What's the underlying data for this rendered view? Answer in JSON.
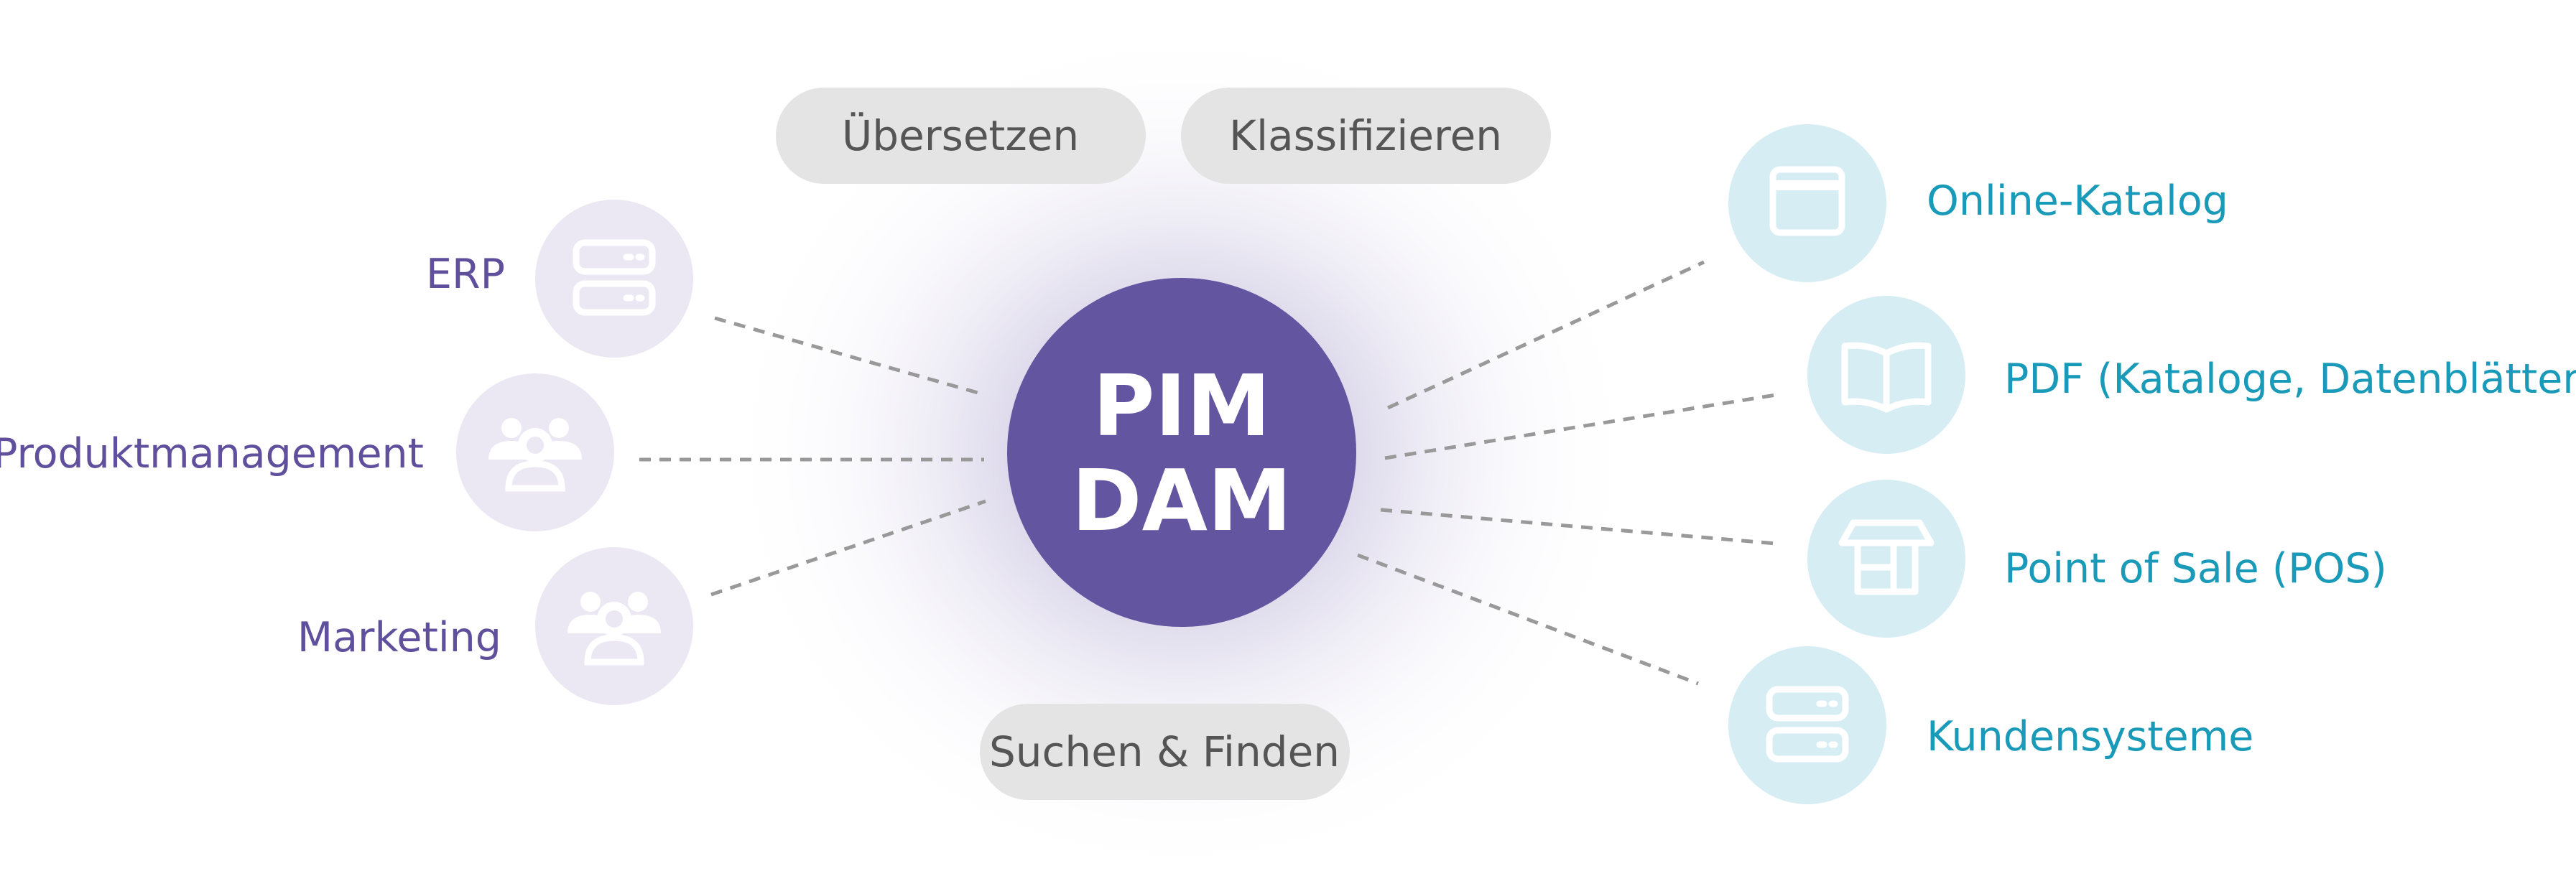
{
  "hub": {
    "line1": "PIM",
    "line2": "DAM",
    "color": "#63559f"
  },
  "functions": [
    {
      "label": "Übersetzen"
    },
    {
      "label": "Klassifizieren"
    },
    {
      "label": "Suchen & Finden"
    }
  ],
  "sources": [
    {
      "label": "ERP",
      "icon": "server-icon"
    },
    {
      "label": "Produktmanagement",
      "icon": "people-icon"
    },
    {
      "label": "Marketing",
      "icon": "people-icon"
    }
  ],
  "targets": [
    {
      "label": "Online-Katalog",
      "icon": "browser-window-icon"
    },
    {
      "label": "PDF (Kataloge, Datenblätter)",
      "icon": "open-book-icon"
    },
    {
      "label": "Point of Sale (POS)",
      "icon": "shop-stall-icon"
    },
    {
      "label": "Kundensysteme",
      "icon": "server-icon"
    }
  ],
  "colors": {
    "source_text": "#5f4f9c",
    "source_circle": "#ebe8f4",
    "target_text": "#1a9ab9",
    "target_circle": "#d6edf4",
    "pill_fill": "#e4e4e4",
    "pill_text": "#555555",
    "connector": "#999999"
  }
}
